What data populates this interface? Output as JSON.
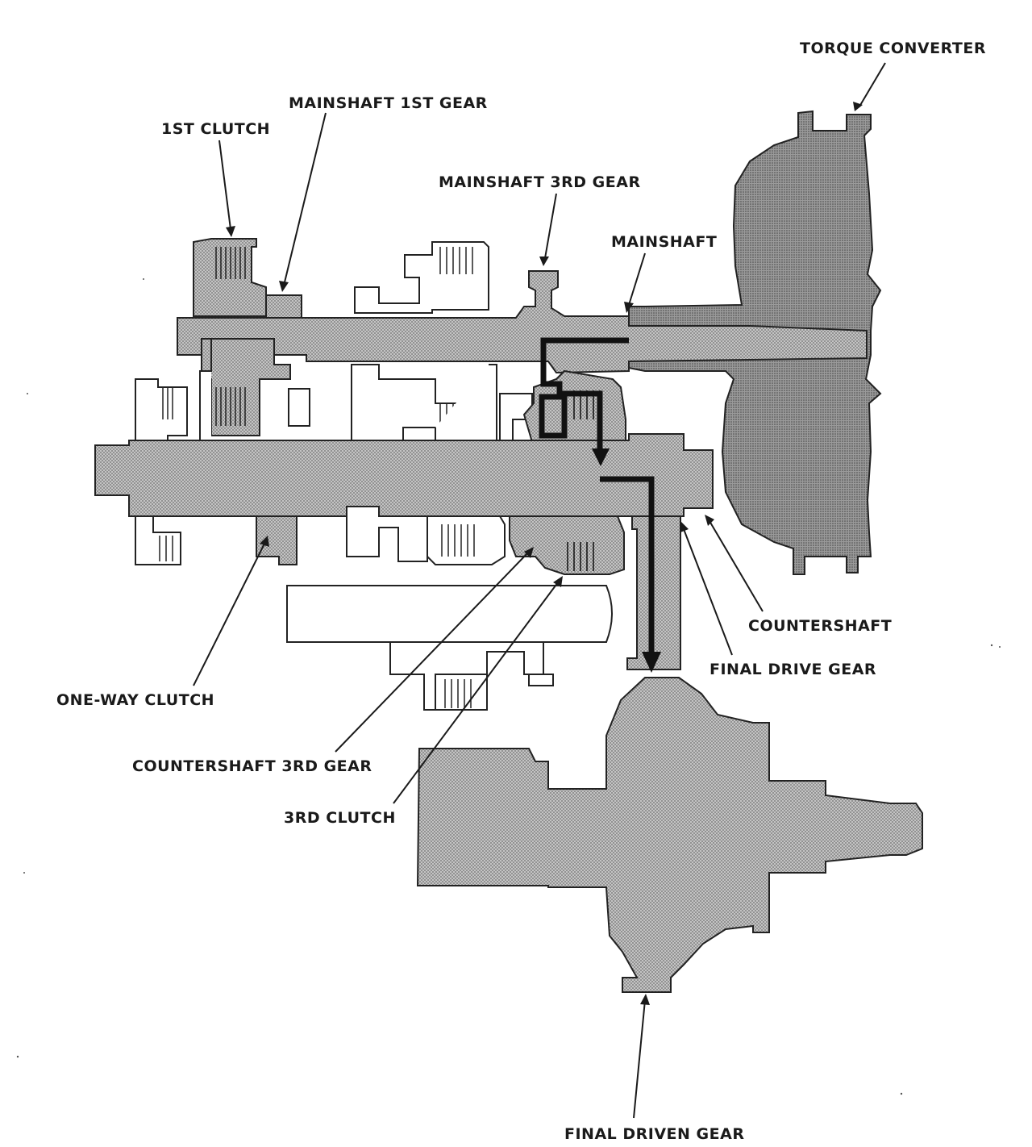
{
  "labels": {
    "torque_converter": "TORQUE CONVERTER",
    "mainshaft_1st_gear": "MAINSHAFT 1ST GEAR",
    "first_clutch": "1ST CLUTCH",
    "mainshaft_3rd_gear": "MAINSHAFT 3RD GEAR",
    "mainshaft": "MAINSHAFT",
    "countershaft": "COUNTERSHAFT",
    "final_drive_gear": "FINAL DRIVE GEAR",
    "one_way_clutch": "ONE-WAY CLUTCH",
    "countershaft_3rd_gear": "COUNTERSHAFT 3RD GEAR",
    "third_clutch": "3RD CLUTCH",
    "final_driven_gear": "FINAL DRIVEN GEAR"
  },
  "colors": {
    "ink": "#1a1a1a",
    "stipple_base": "#bdbdbd",
    "stipple_dot": "#6e6e6e",
    "background": "#ffffff"
  }
}
